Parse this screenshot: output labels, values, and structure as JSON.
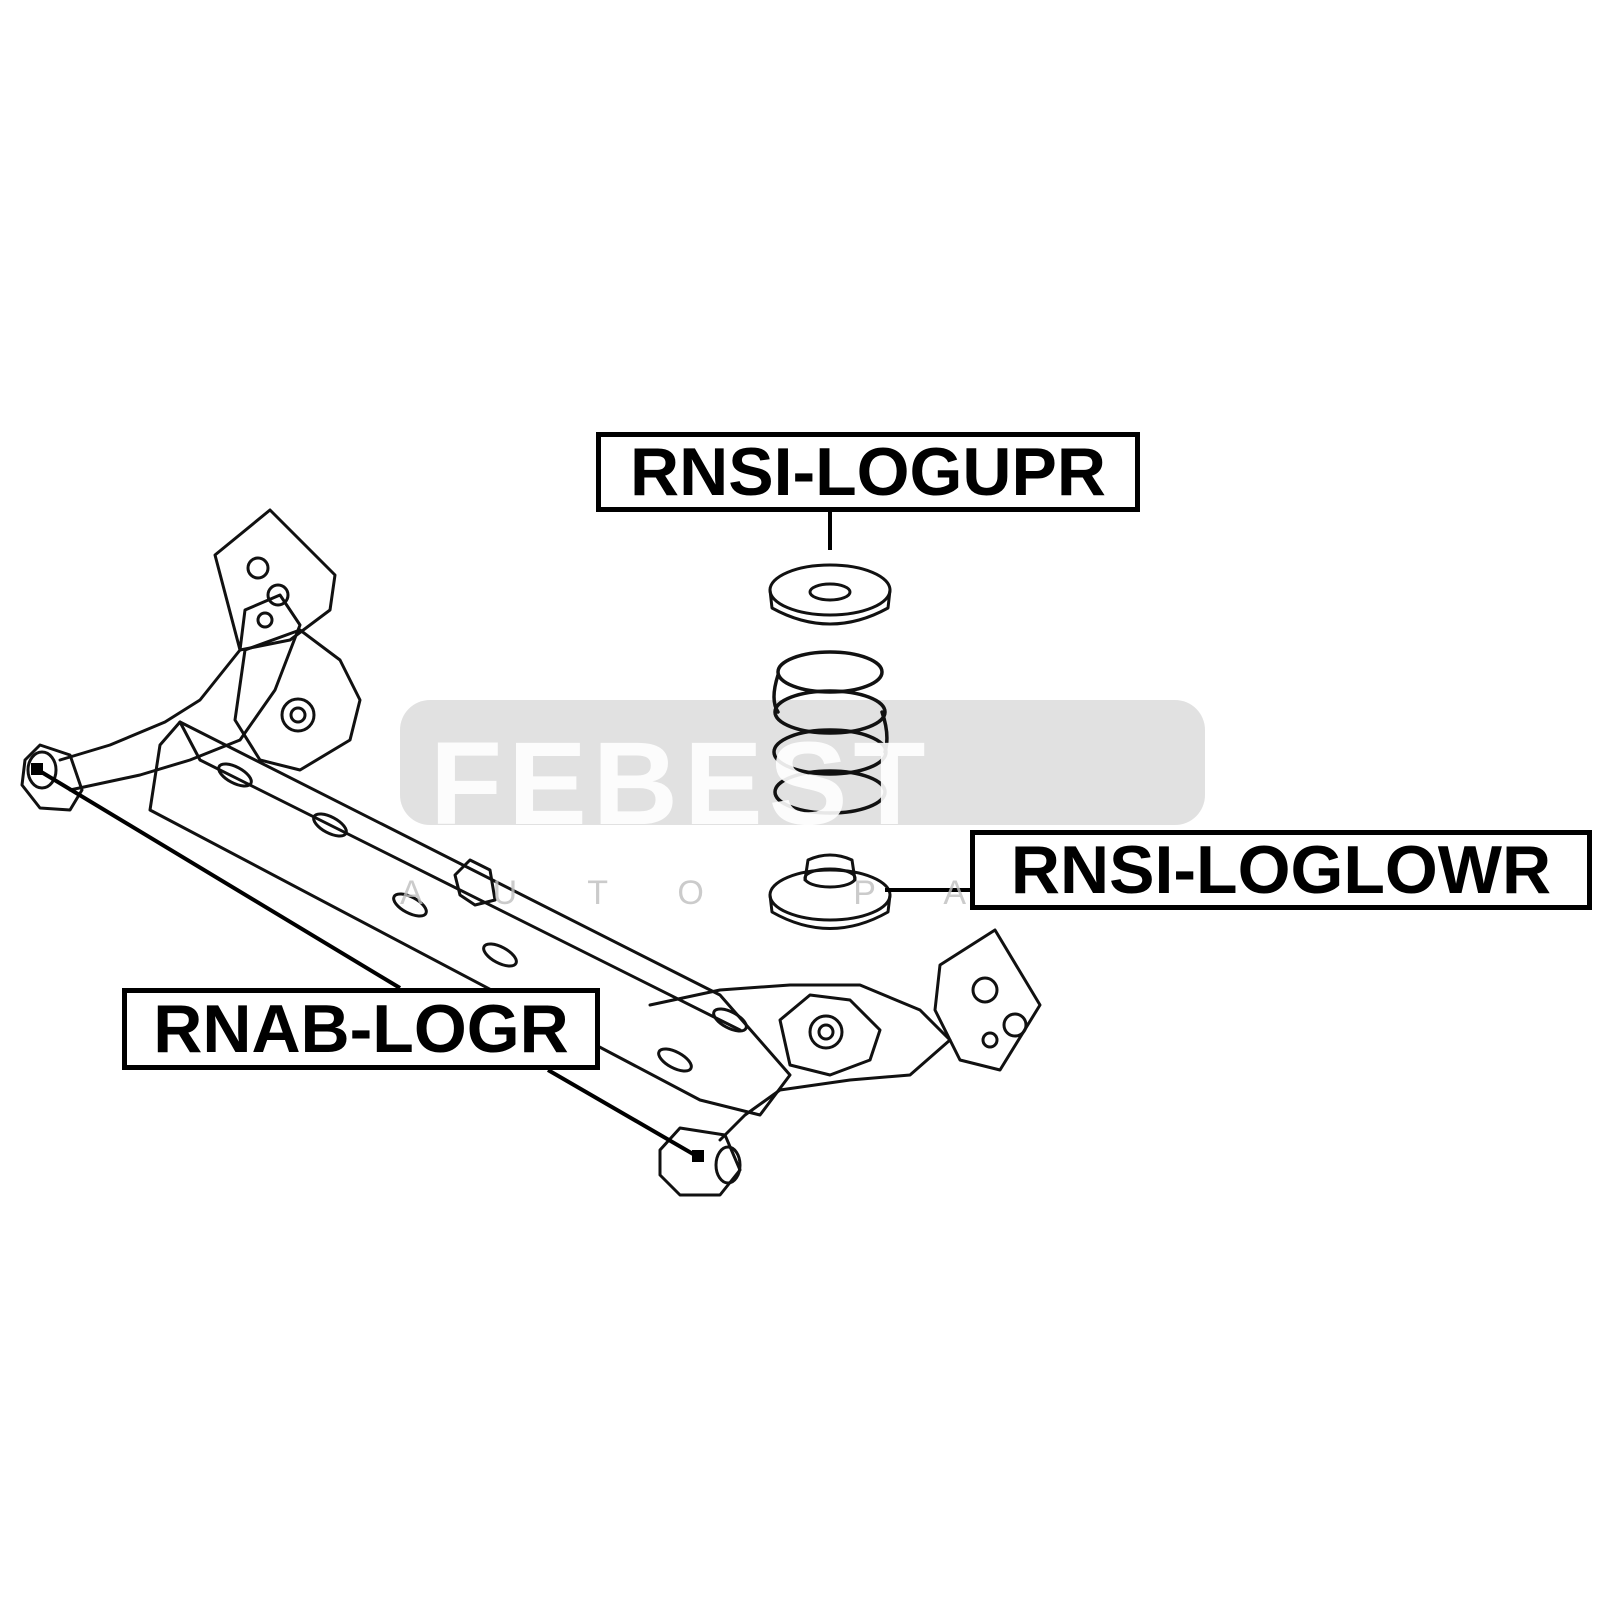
{
  "watermark": {
    "logo": "FEBEST",
    "tagline": "AUTO PARTS",
    "color": "#d9d9d9"
  },
  "labels": {
    "upper_insulator": "RNSI-LOGUPR",
    "lower_insulator": "RNSI-LOGLOWR",
    "axle_bushing": "RNAB-LOGR"
  },
  "colors": {
    "line": "#000000",
    "part_outline": "#111111",
    "background": "#ffffff"
  }
}
